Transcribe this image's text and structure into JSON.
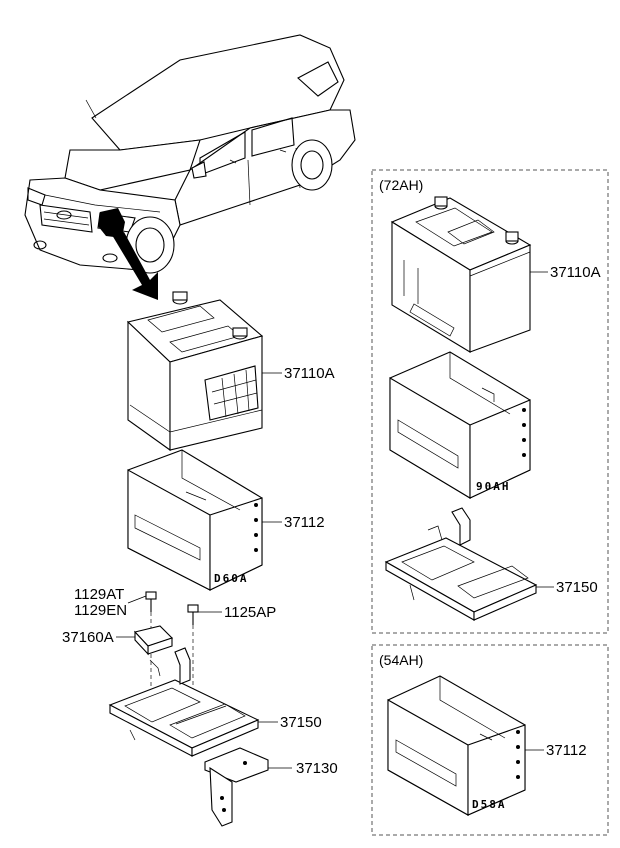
{
  "groups": {
    "g72": {
      "label": "(72AH)"
    },
    "g54": {
      "label": "(54AH)"
    }
  },
  "parts": {
    "battery_main": "37110A",
    "tray_main": "37112",
    "bolt_a": "1129AT",
    "bolt_b": "1129EN",
    "bolt_c": "1125AP",
    "clamp": "37160A",
    "bracket_main": "37150",
    "bracket_lower": "37130",
    "battery_72": "37110A",
    "bracket_72": "37150",
    "tray_54": "37112"
  },
  "stamps": {
    "tray_main": "D60A",
    "tray_72": "90AH",
    "tray_54": "D58A"
  }
}
